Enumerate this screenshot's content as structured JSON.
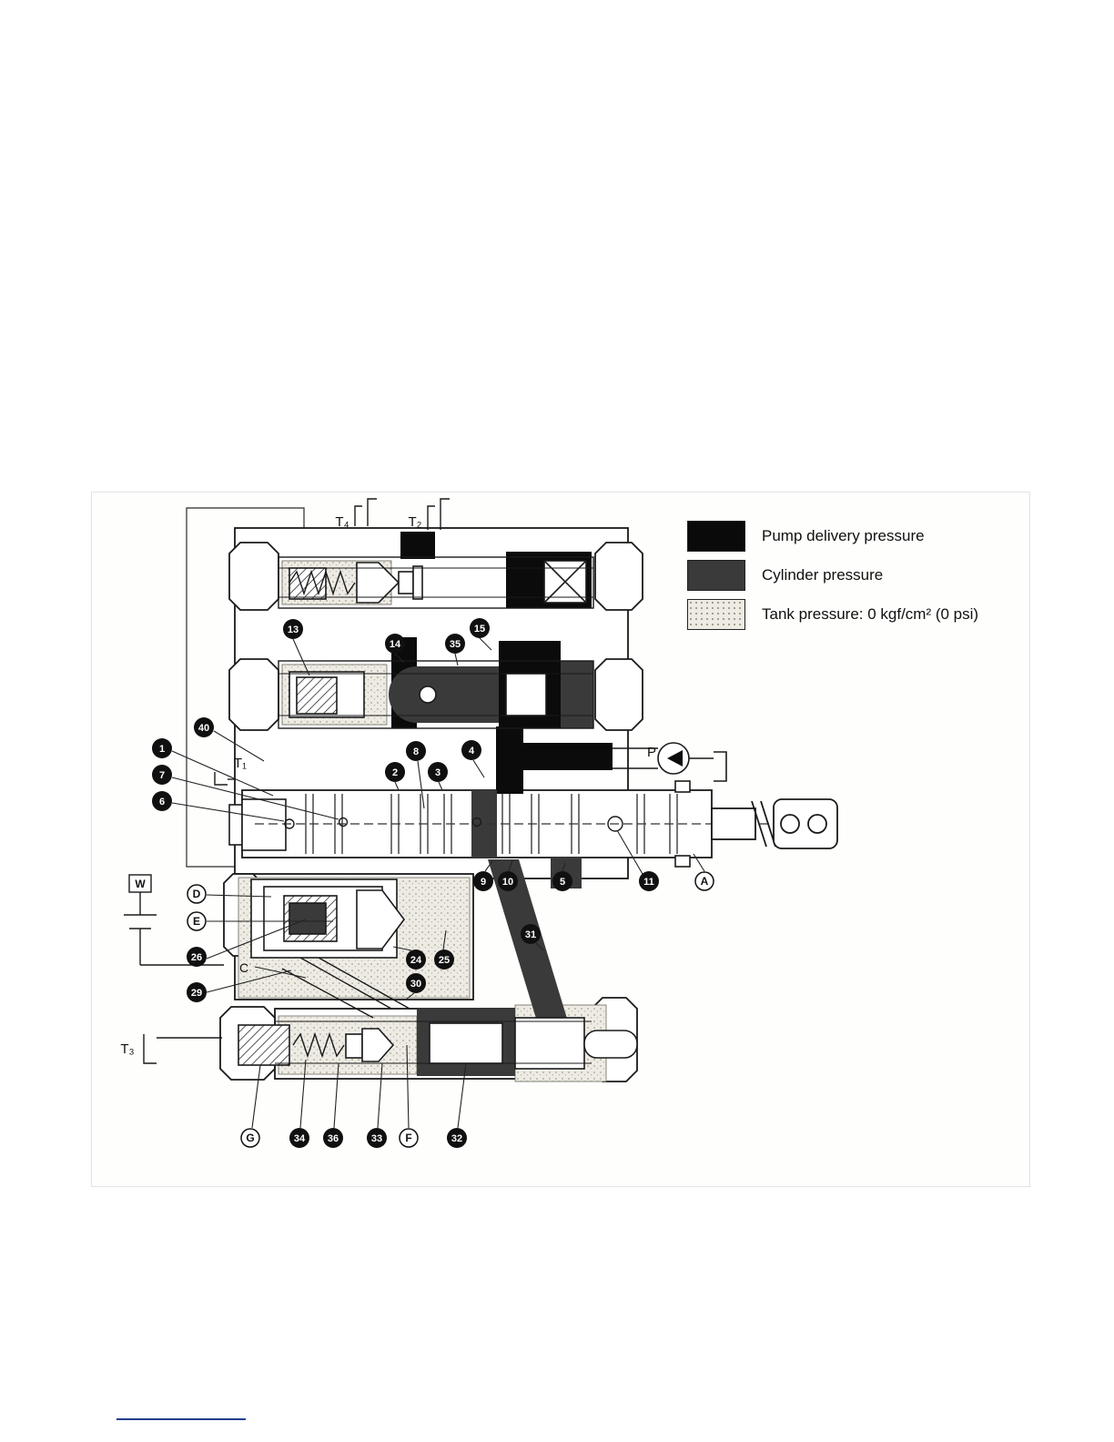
{
  "legend": {
    "items": [
      {
        "id": "pump",
        "label": "Pump delivery pressure",
        "color": "#0a0a0a"
      },
      {
        "id": "cylinder",
        "label": "Cylinder pressure",
        "color": "#3a3a3a"
      },
      {
        "id": "tank",
        "label": "Tank pressure: 0 kgf/cm² (0 psi)",
        "color": "#edebe3"
      }
    ]
  },
  "callouts": {
    "c1": "1",
    "c2": "2",
    "c3": "3",
    "c4": "4",
    "c5": "5",
    "c6": "6",
    "c7": "7",
    "c8": "8",
    "c9": "9",
    "c10": "10",
    "c11": "11",
    "c13": "13",
    "c14": "14",
    "c15": "15",
    "c24": "24",
    "c25": "25",
    "c26": "26",
    "c29": "29",
    "c30": "30",
    "c31": "31",
    "c32": "32",
    "c33": "33",
    "c34": "34",
    "c35": "35",
    "c36": "36",
    "c40": "40"
  },
  "letters": {
    "A": "A",
    "C": "C",
    "D": "D",
    "E": "E",
    "F": "F",
    "G": "G",
    "P": "P",
    "W": "W"
  },
  "ports": {
    "T1": "T₁",
    "T2": "T₂",
    "T3": "T₃",
    "T4": "T₄"
  }
}
